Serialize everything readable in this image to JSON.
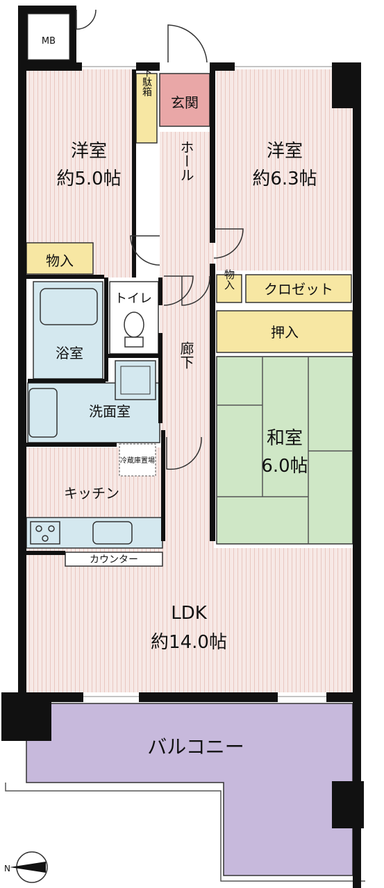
{
  "rooms": {
    "mb": "MB",
    "genkan": "玄関",
    "getabako": "下駄箱",
    "yoshitsu_left": {
      "name": "洋室",
      "size": "約5.0帖"
    },
    "yoshitsu_right": {
      "name": "洋室",
      "size": "約6.3帖"
    },
    "hall": "ホール",
    "nando_left": "物入",
    "nando_right": "物入",
    "closet": "クロゼット",
    "toilet": "トイレ",
    "bath": "浴室",
    "oshiire": "押入",
    "rouka": "廊下",
    "senmen": "洗面室",
    "washitsu": {
      "name": "和室",
      "size": "6.0帖"
    },
    "fridge": "冷蔵庫置場",
    "kitchen": "キッチン",
    "counter": "カウンター",
    "ldk": {
      "name": "LDK",
      "size": "約14.0帖"
    },
    "balcony": "バルコニー"
  },
  "compass": "N",
  "colors": {
    "wall": "#111111",
    "floor_wood": "#f7e9e6",
    "tatami": "#cfe7c6",
    "closet_yellow": "#f7e7a3",
    "genkan_pink": "#e9a7a7",
    "wet_area": "#d4e8ef",
    "balcony": "#c7b9dc"
  }
}
